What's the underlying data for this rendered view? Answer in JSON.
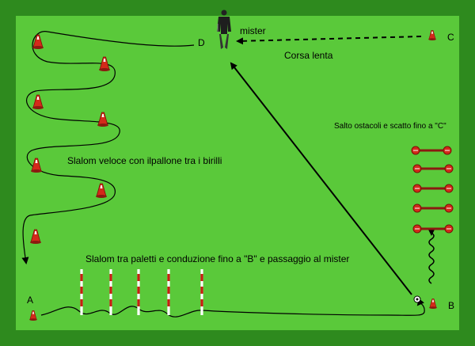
{
  "labels": {
    "coach": "mister",
    "point_a": "A",
    "point_b": "B",
    "point_c": "C",
    "point_d": "D",
    "jog": "Corsa lenta",
    "hurdles": "Salto ostacoli e scatto fino a \"C\"",
    "cone_slalom": "Slalom veloce con ilpallone tra i birilli",
    "pole_slalom": "Slalom tra paletti e conduzione fino a \"B\" e passaggio al mister"
  },
  "colors": {
    "field": "#2e8a1e",
    "pitch": "#5ac93a",
    "cone": "#d42a1a",
    "hurdle": "#8b1a10",
    "line": "#000000"
  },
  "icons": {
    "coach": "coach-figure-icon",
    "cone": "cone-icon",
    "pole": "pole-icon",
    "hurdle": "hurdle-icon",
    "ball": "ball-icon"
  }
}
